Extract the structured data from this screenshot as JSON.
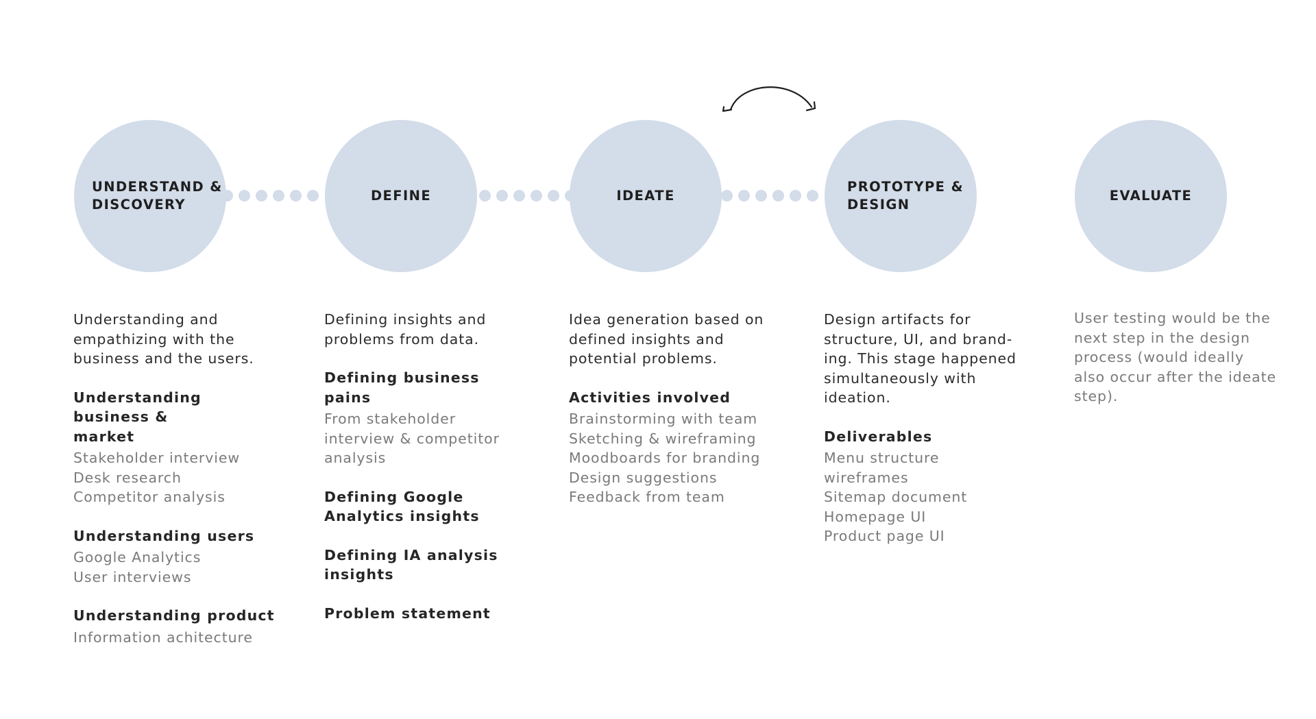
{
  "colors": {
    "circle": "#d3dce9",
    "dots": "#d3dce9",
    "body_text": "#2b2b2b",
    "muted_text": "#7a7a7a"
  },
  "loop_icon": "curved-double-arrow-icon",
  "stages": [
    {
      "label": "UNDERSTAND &\n DISCOVERY",
      "description": "Understanding and empathizing with the business and the users.",
      "groups": [
        {
          "title": "Understanding business & market",
          "items": [
            "Stakeholder interview",
            "Desk research",
            "Competitor analysis"
          ]
        },
        {
          "title": "Understanding users",
          "items": [
            "Google Analytics",
            "User interviews"
          ]
        },
        {
          "title": "Understanding product",
          "items": [
            "Information achitecture"
          ]
        }
      ]
    },
    {
      "label": "DEFINE",
      "description": "Defining insights and problems from data.",
      "groups": [
        {
          "title": "Defining business pains",
          "items": [
            "From stakeholder interview & competitor analysis"
          ]
        },
        {
          "title": "Defining Google Analytics insights",
          "items": []
        },
        {
          "title": "Defining IA analysis insights",
          "items": []
        },
        {
          "title": "Problem statement",
          "items": []
        }
      ]
    },
    {
      "label": "IDEATE",
      "description": "Idea generation based on defined insights and potential problems.",
      "groups": [
        {
          "title": "Activities involved",
          "items": [
            "Brainstorming with team",
            "Sketching & wireframing",
            "Moodboards for branding",
            "Design suggestions",
            "Feedback from team"
          ]
        }
      ]
    },
    {
      "label": "PROTOTYPE &\nDESIGN",
      "description": "Design artifacts for structure, UI, and brand-ing. This stage happened simultaneously with ideation.",
      "groups": [
        {
          "title": "Deliverables",
          "items": [
            "Menu structure wireframes",
            "Sitemap document",
            "Homepage UI",
            "Product page UI"
          ]
        }
      ]
    },
    {
      "label": "EVALUATE",
      "description": "User testing would be the next step in the design process (would ideally also occur after the ideate step).",
      "groups": []
    }
  ]
}
